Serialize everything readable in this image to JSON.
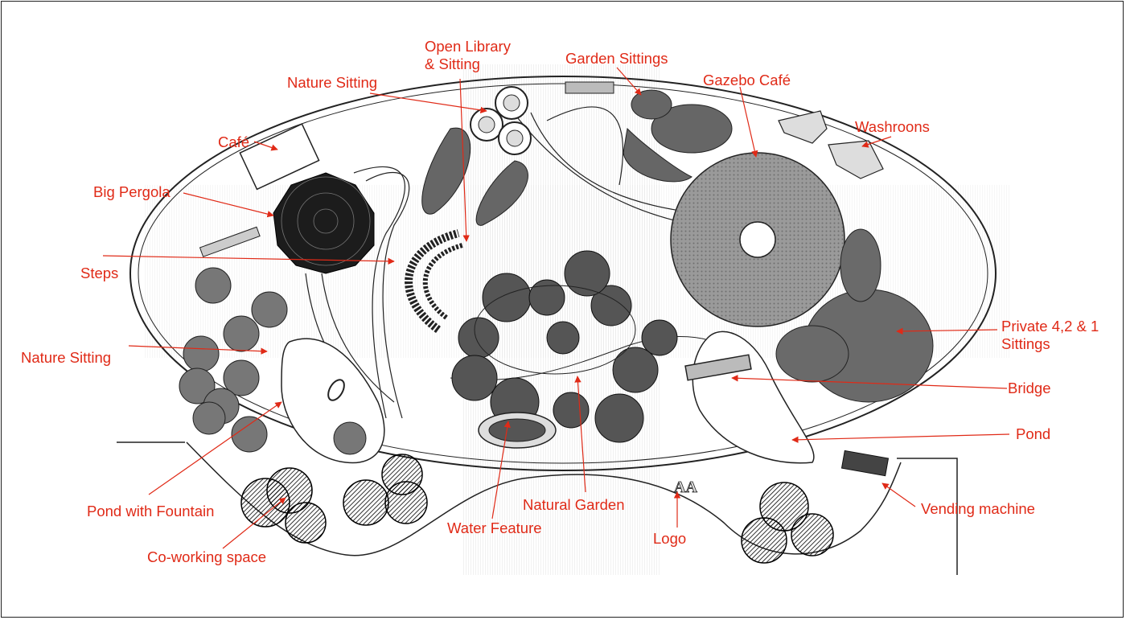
{
  "labels": {
    "open_library_line1": "Open Library",
    "open_library_line2": "& Sitting",
    "garden_sittings": "Garden Sittings",
    "nature_sitting_top": "Nature Sitting",
    "gazebo_cafe": "Gazebo Café",
    "washrooms": "Washroons",
    "cafe": "Café",
    "big_pergola": "Big Pergola",
    "steps": "Steps",
    "nature_sitting_left": "Nature Sitting",
    "private_line1": "Private 4,2 & 1",
    "private_line2": "Sittings",
    "bridge": "Bridge",
    "pond": "Pond",
    "pond_with_fountain": "Pond with Fountain",
    "natural_garden": "Natural Garden",
    "vending_machine": "Vending machine",
    "water_feature": "Water Feature",
    "logo": "Logo",
    "coworking_space": "Co-working space"
  },
  "colors": {
    "label": "#e02a17",
    "line": "#222222",
    "tree_fill": "#555555",
    "pergola_fill": "#1c1c1c",
    "gazebo_fill": "#9a9a9a"
  }
}
